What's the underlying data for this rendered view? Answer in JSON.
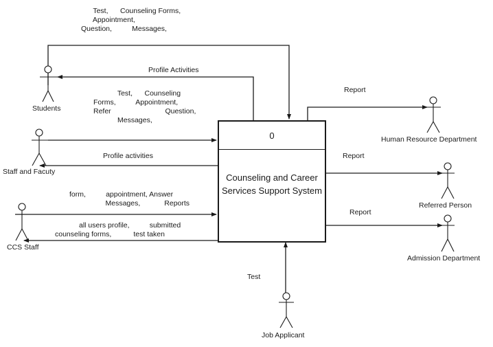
{
  "process": {
    "id": "0",
    "name": "Counseling and Career Services Support System"
  },
  "actors": {
    "students": "Students",
    "staff_faculty": "Staff and Facuty",
    "ccs_staff": "CCS Staff",
    "hr": "Human Resource Department",
    "referred": "Referred Person",
    "admission": "Admission Department",
    "job_applicant": "Job Applicant"
  },
  "flows": {
    "students_in": "      Test,      Counseling Forms,\n      Appointment,\nQuestion,          Messages,",
    "students_out": "Profile Activities",
    "staff_in": "            Test,      Counseling\nForms,          Appointment,\nRefer                           Question,\n            Messages,",
    "staff_out": "Profile activities",
    "ccs_in": "form,          appointment, Answer\n                  Messages,            Reports",
    "ccs_out": "            all users profile,          submitted\ncounseling forms,           test taken",
    "hr_out": "Report",
    "referred_out": "Report",
    "admission_out": "Report",
    "applicant_in": "Test"
  }
}
